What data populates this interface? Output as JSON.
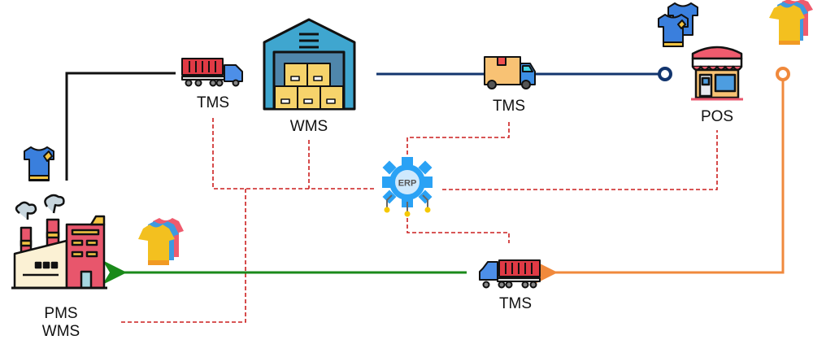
{
  "nodes": {
    "factory": {
      "label_line1": "PMS",
      "label_line2": "WMS",
      "icon": "factory-icon"
    },
    "tms_top_left": {
      "label": "TMS",
      "icon": "container-truck-icon"
    },
    "warehouse": {
      "label": "WMS",
      "icon": "warehouse-icon"
    },
    "tms_top_right": {
      "label": "TMS",
      "icon": "delivery-truck-icon"
    },
    "pos": {
      "label": "POS",
      "icon": "store-icon"
    },
    "erp": {
      "label": "ERP",
      "icon": "gear-icon"
    },
    "tms_bottom": {
      "label": "TMS",
      "icon": "container-truck-icon"
    }
  },
  "colors": {
    "black_flow": "#111111",
    "blue_flow": "#12356e",
    "orange_flow": "#f0893c",
    "green_flow": "#1a8a1a",
    "erp_link": "#cc1f1f"
  }
}
